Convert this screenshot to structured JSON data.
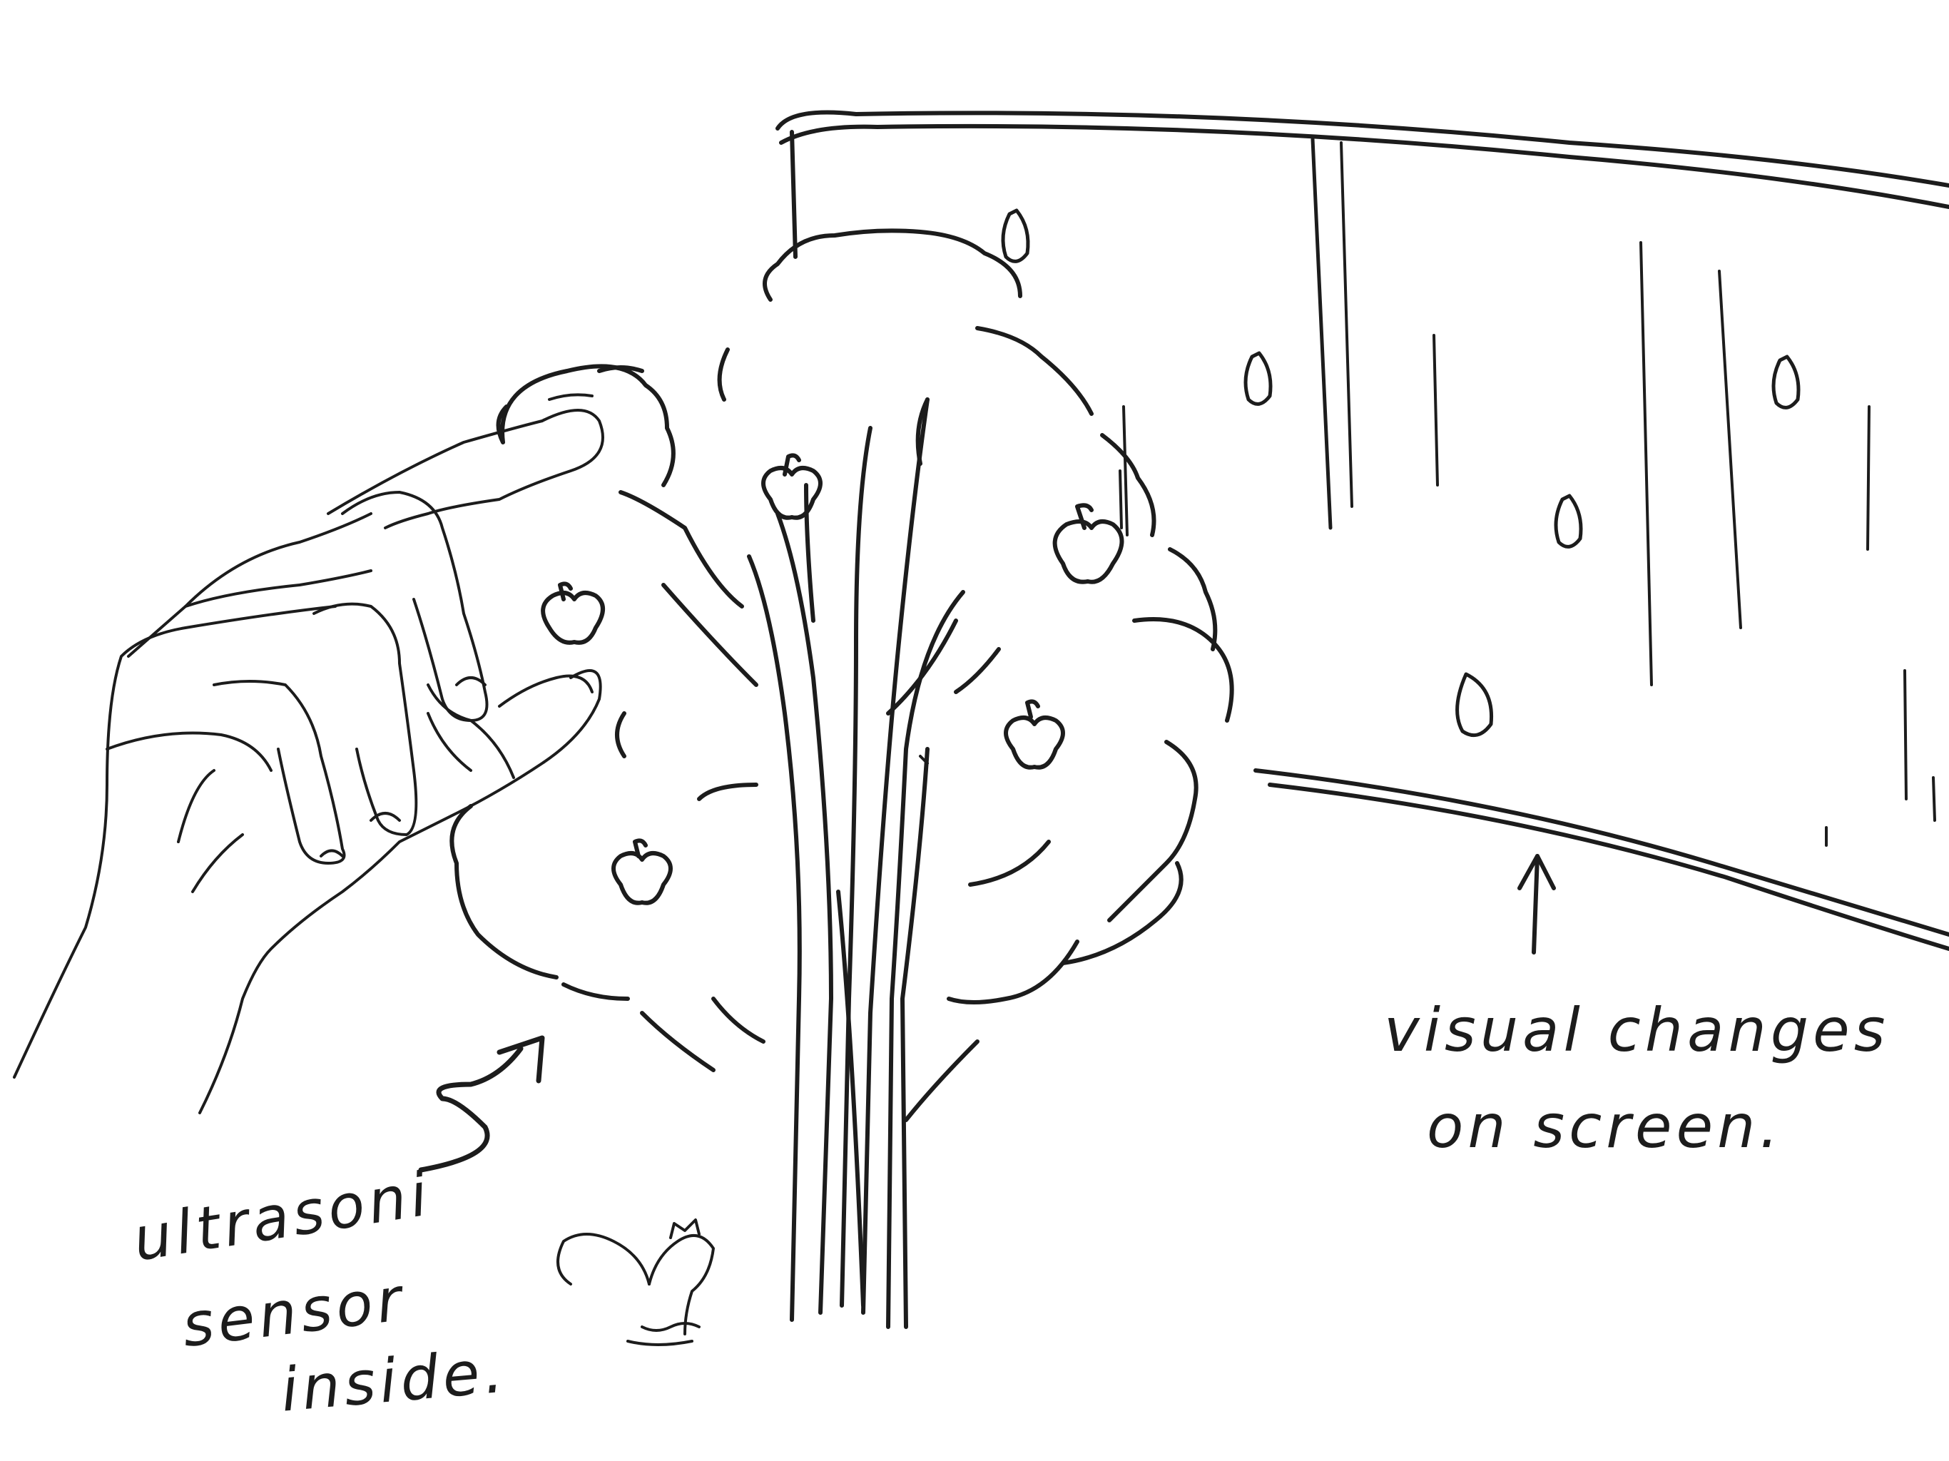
{
  "annotations": {
    "sensor_note": {
      "line1": "ultrasoni",
      "line2": "sensor",
      "line3": "inside."
    },
    "screen_note": {
      "line1": "visual changes",
      "line2": "on screen."
    }
  },
  "colors": {
    "ink": "#1c1c1c",
    "paper": "#ffffff"
  },
  "icons": [
    "hand-icon",
    "tree-icon",
    "apple-icon",
    "squirrel-icon",
    "arrow-up-icon",
    "squiggle-arrow-icon",
    "raindrop-icon"
  ]
}
